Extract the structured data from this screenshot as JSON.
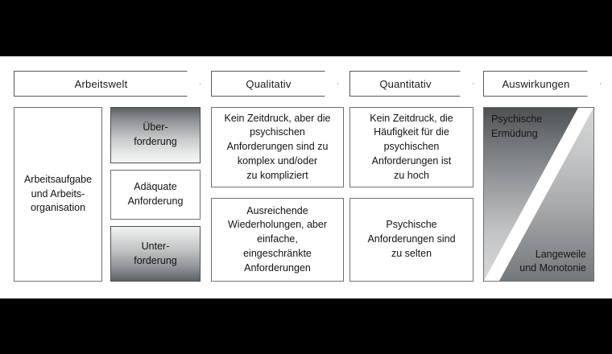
{
  "figure": {
    "headers": [
      {
        "label": "Arbeitswelt"
      },
      {
        "label": "Qualitativ"
      },
      {
        "label": "Quantitativ"
      },
      {
        "label": "Auswirkungen"
      }
    ],
    "work_column": {
      "task_box": "Arbeitsaufgabe\nund Arbeits-\norganisation",
      "levels": [
        {
          "label": "Über-\nforderung",
          "fill": "gradient-dark-top"
        },
        {
          "label": "Adäquate\nAnforderung",
          "fill": "white"
        },
        {
          "label": "Unter-\nforderung",
          "fill": "gradient-dark-bottom"
        }
      ]
    },
    "qualitative_column": [
      "Kein Zeitdruck, aber die\npsychischen\nAnforderungen sind zu\nkomplex und/oder\nzu kompliziert",
      "Ausreichende\nWiederholungen, aber\neinfache,\neingeschränkte\nAnforderungen"
    ],
    "quantitative_column": [
      "Kein Zeitdruck, die\nHäufigkeit für die\npsychischen\nAnforderungen ist\nzu hoch",
      "Psychische\nAnforderungen sind\nzu selten"
    ],
    "effects_column": {
      "top_label": "Psychische\nErmüdung",
      "bottom_label": "Langeweile\nund Monotonie"
    },
    "colors": {
      "letterbox": "#000000",
      "canvas": "#ffffff",
      "outline": "#6c7073",
      "text": "#121212",
      "gradient_dark": "#4e5154",
      "gradient_light": "#f3f4f4"
    }
  }
}
